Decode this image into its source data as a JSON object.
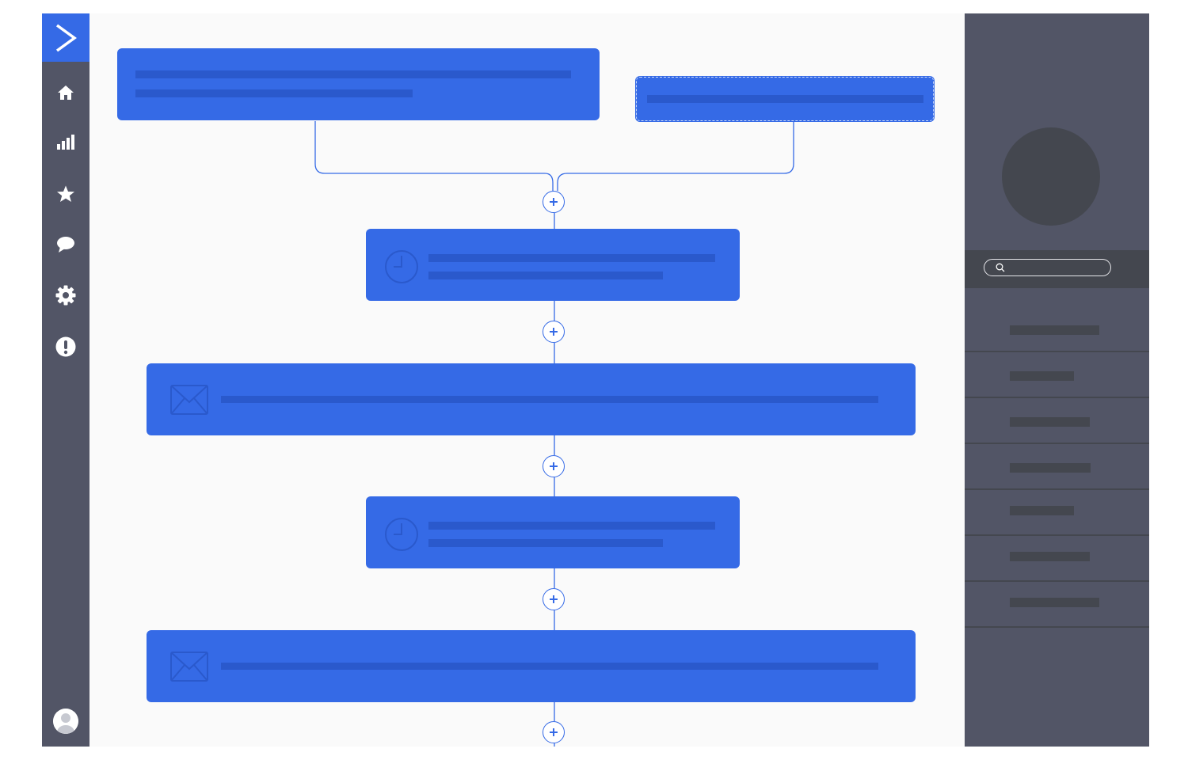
{
  "colors": {
    "brand_blue": "#356ae6",
    "sidebar_bg": "#525566",
    "panel_dark": "#44474f",
    "canvas_bg": "#fafafa",
    "skeleton_line": "#2a59cc"
  },
  "sidebar": {
    "logo_icon": "chevron-right-icon",
    "items": [
      {
        "name": "home",
        "icon": "home-icon"
      },
      {
        "name": "reports",
        "icon": "bar-chart-icon"
      },
      {
        "name": "favorites",
        "icon": "star-icon"
      },
      {
        "name": "conversations",
        "icon": "chat-bubble-icon"
      },
      {
        "name": "settings",
        "icon": "gear-icon"
      },
      {
        "name": "alerts",
        "icon": "exclamation-icon"
      }
    ],
    "user_icon": "user-avatar-icon"
  },
  "workflow": {
    "triggers": [
      {
        "kind": "trigger"
      },
      {
        "kind": "trigger-placeholder"
      }
    ],
    "steps": [
      {
        "kind": "wait",
        "icon": "clock-icon"
      },
      {
        "kind": "email",
        "icon": "envelope-icon"
      },
      {
        "kind": "wait",
        "icon": "clock-icon"
      },
      {
        "kind": "email",
        "icon": "envelope-icon"
      }
    ],
    "add_button_icon": "plus-icon"
  },
  "panel": {
    "search": {
      "placeholder": "",
      "icon": "search-icon"
    },
    "item_count": 7
  }
}
